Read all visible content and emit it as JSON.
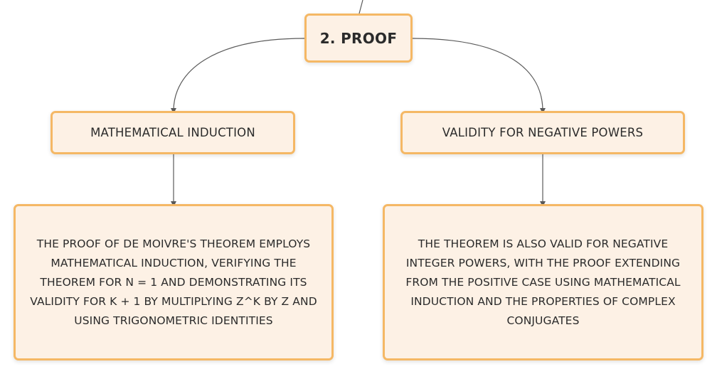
{
  "root": {
    "label": "2. PROOF"
  },
  "branches": [
    {
      "title": "MATHEMATICAL INDUCTION",
      "detail": "THE PROOF OF DE MOIVRE'S THEOREM EMPLOYS MATHEMATICAL INDUCTION, VERIFYING THE THEOREM FOR N = 1 AND DEMONSTRATING ITS VALIDITY FOR K + 1 BY MULTIPLYING Z^K BY Z AND USING TRIGONOMETRIC IDENTITIES"
    },
    {
      "title": "VALIDITY FOR NEGATIVE POWERS",
      "detail": "THE THEOREM IS ALSO VALID FOR NEGATIVE INTEGER POWERS, WITH THE PROOF EXTENDING FROM THE POSITIVE CASE USING MATHEMATICAL INDUCTION AND THE PROPERTIES OF COMPLEX CONJUGATES"
    }
  ],
  "colors": {
    "node_fill": "#fdf1e5",
    "node_border": "#f5b865",
    "connector": "#5a5a5a",
    "text": "#2b2b2b"
  }
}
